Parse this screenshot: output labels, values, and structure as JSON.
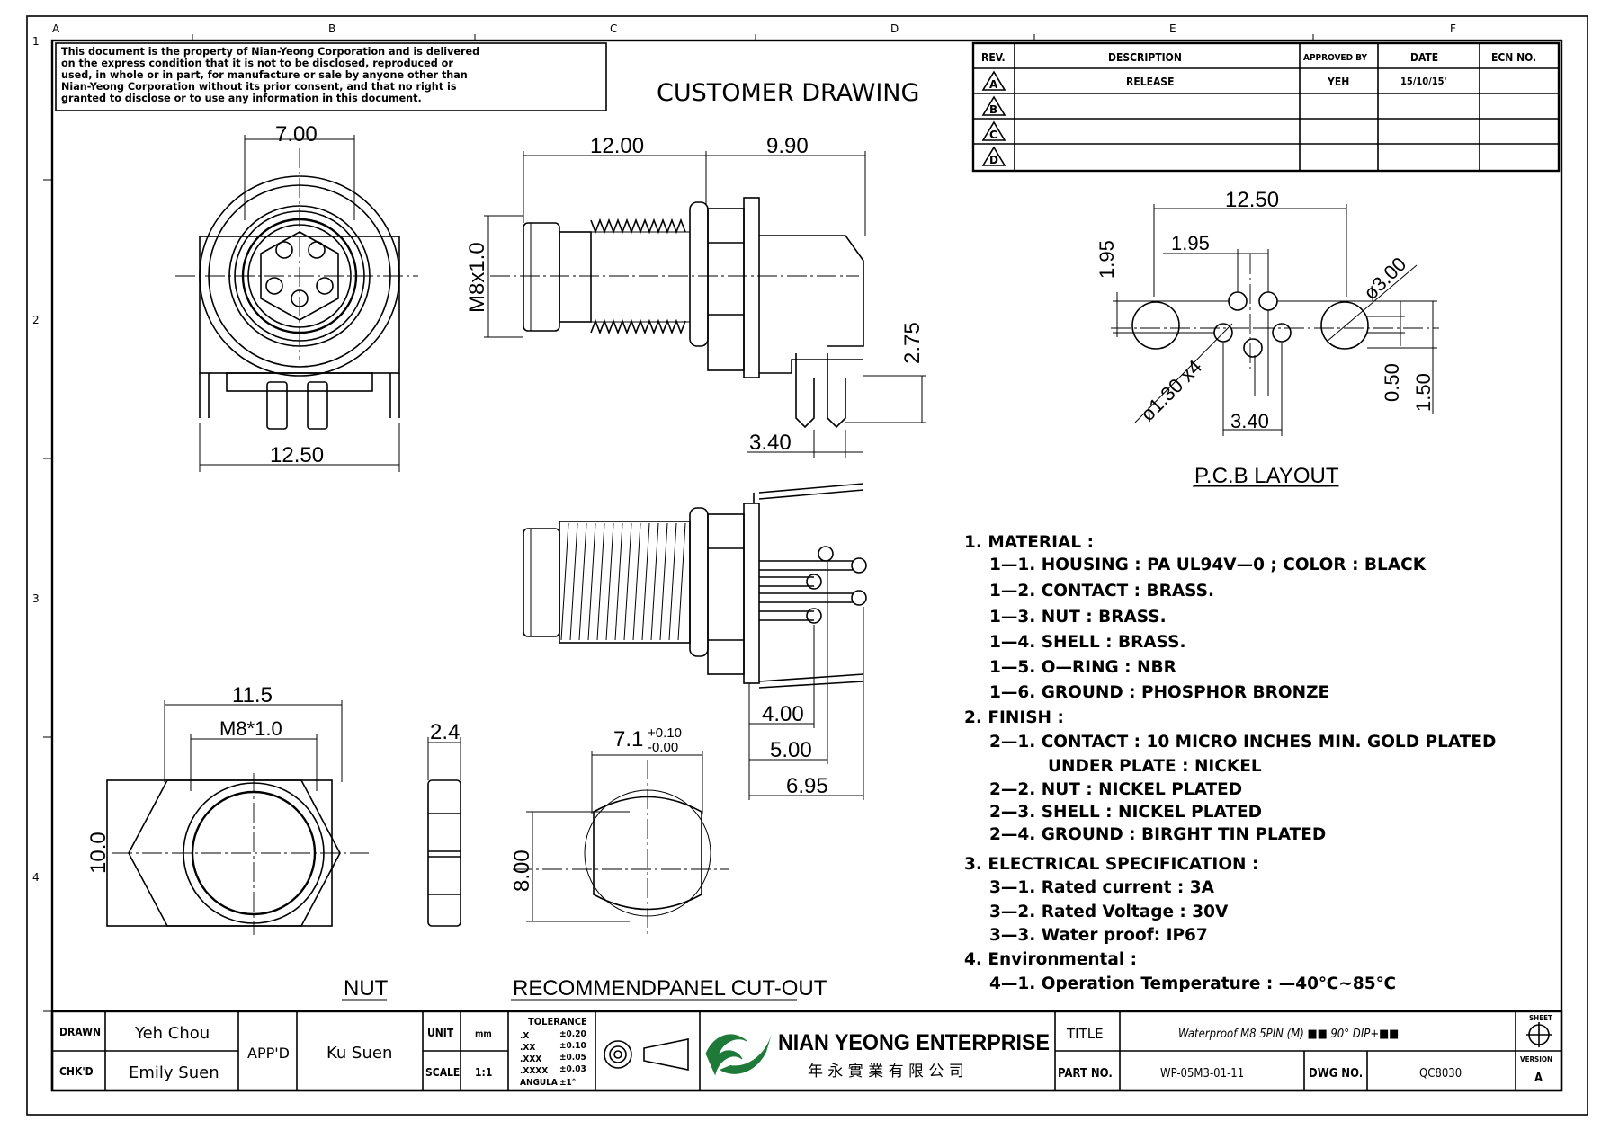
{
  "grid": {
    "columns": [
      "A",
      "B",
      "C",
      "D",
      "E",
      "F"
    ],
    "rows": [
      "1",
      "2",
      "3",
      "4"
    ]
  },
  "disclaimer": [
    "This document is the property of Nian-Yeong Corporation and is delivered",
    "on  the  express condition that it is not to be disclosed, reproduced or",
    "used, in whole or in part, for manufacture or sale by anyone other than",
    "Nian-Yeong Corporation without  its prior consent, and that  no right  is",
    "granted to disclose or to use any information in this  document."
  ],
  "heading": "CUSTOMER  DRAWING",
  "revision_table": {
    "headers": [
      "REV.",
      "DESCRIPTION",
      "APPROVED BY",
      "DATE",
      "ECN NO."
    ],
    "rows": [
      {
        "rev": "A",
        "description": "RELEASE",
        "approved_by": "YEH",
        "date": "15/10/15'",
        "ecn": ""
      },
      {
        "rev": "B",
        "description": "",
        "approved_by": "",
        "date": "",
        "ecn": ""
      },
      {
        "rev": "C",
        "description": "",
        "approved_by": "",
        "date": "",
        "ecn": ""
      },
      {
        "rev": "D",
        "description": "",
        "approved_by": "",
        "date": "",
        "ecn": ""
      }
    ]
  },
  "dimensions": {
    "front_width": "7.00",
    "front_base": "12.50",
    "side_thread_len": "12.00",
    "side_body_len": "9.90",
    "side_thread": "M8x1.0",
    "side_pin_h": "2.75",
    "side_pin_pitch": "3.40",
    "top_d1": "4.00",
    "top_d2": "5.00",
    "top_d3": "6.95",
    "nut_width": "11.5",
    "nut_thread": "M8*1.0",
    "nut_height": "10.0",
    "nut_thick": "2.4",
    "cutout_width": "7.1",
    "cutout_tol_plus": "+0.10",
    "cutout_tol_minus": "-0.00",
    "cutout_height": "8.00",
    "pcb_total": "12.50",
    "pcb_a": "1.95",
    "pcb_b": "1.95",
    "pcb_hole": "ø3.00",
    "pcb_pin_hole": "ø1.30 x4",
    "pcb_c": "0.50",
    "pcb_d": "1.50",
    "pcb_e": "3.40"
  },
  "view_labels": {
    "pcb": "P.C.B  LAYOUT",
    "nut": "NUT",
    "cutout": "RECOMMENDPANEL  CUT-OUT"
  },
  "spec_notes": [
    "1.  MATERIAL  :",
    "1—1.  HOUSING  :  PA  UL94V—0  ;  COLOR  :  BLACK",
    "1—2.  CONTACT  :  BRASS.",
    "1—3.  NUT  :  BRASS.",
    "1—4.  SHELL  :  BRASS.",
    "1—5.  O—RING  :  NBR",
    "1—6.  GROUND  :  PHOSPHOR  BRONZE",
    "2.  FINISH  :",
    "2—1.  CONTACT  :  10  MICRO  INCHES  MIN.  GOLD  PLATED",
    "UNDER  PLATE  :  NICKEL",
    "2—2.  NUT  :  NICKEL  PLATED",
    "2—3.  SHELL  :  NICKEL  PLATED",
    "2—4.  GROUND  :  BIRGHT  TIN  PLATED",
    "3.  ELECTRICAL  SPECIFICATION  :",
    "3—1.  Rated  current  :  3A",
    "3—2.  Rated  Voltage  :  30V",
    "3—3.  Water  proof:  IP67",
    "4.  Environmental  :",
    "4—1.  Operation  Temperature  :  —40℃~85℃"
  ],
  "title_block": {
    "drawn_label": "DRAWN",
    "drawn_by": "Yeh Chou",
    "checked_label": "CHK'D",
    "checked_by": "Emily Suen",
    "approved_label": "APP'D",
    "approved_by": "Ku Suen",
    "unit_label": "UNIT",
    "unit_value": "mm",
    "scale_label": "SCALE",
    "scale_value": "1:1",
    "tolerance_title": "TOLERANCE",
    "tolerance_rows": [
      {
        "k": ".X",
        "v": "±0.20"
      },
      {
        "k": ".XX",
        "v": "±0.10"
      },
      {
        "k": ".XXX",
        "v": "±0.05"
      },
      {
        "k": ".XXXX",
        "v": "±0.03"
      },
      {
        "k": "ANGULA",
        "v": "±1°"
      }
    ],
    "company_name": "NIAN YEONG ENTERPRISE",
    "company_name_cn": "年 永 實 業 有 限 公 司",
    "title_label": "TITLE",
    "title_value": "Waterproof M8 5PIN (M) ■■ 90° DIP+■■",
    "part_label": "PART NO.",
    "part_value": "WP-05M3-01-11",
    "dwg_label": "DWG NO.",
    "dwg_value": "QC8030",
    "sheet_label": "SHEET",
    "version_label": "VERSION",
    "version_value": "A"
  }
}
